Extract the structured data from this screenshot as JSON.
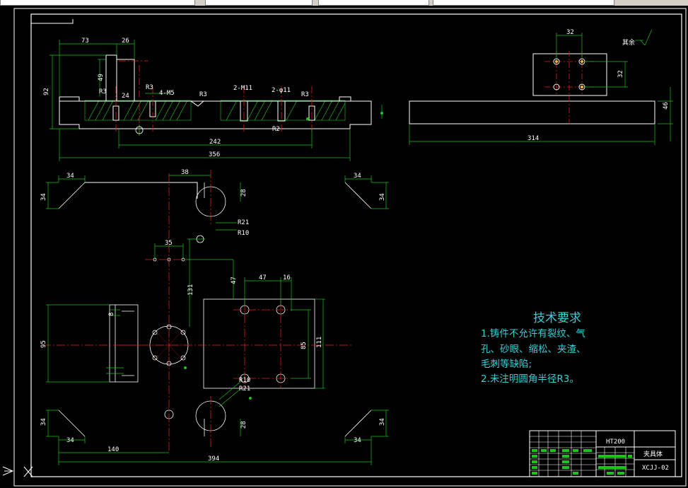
{
  "window": {
    "top_toolbar": [
      "",
      "",
      "",
      ""
    ]
  },
  "drawing": {
    "tech_requirements": {
      "title": "技术要求",
      "lines": [
        "1.铸件不允许有裂纹、气",
        "孔、砂眼、缩松、夹渣、",
        "毛刺等缺陷;",
        "2.未注明圆角半径R3。"
      ]
    },
    "surface_finish_note": "其余",
    "title_block": {
      "material": "HT200",
      "part_name": "夹具体",
      "drawing_no": "XCJJ-02"
    },
    "dims_top_view": {
      "d73": "73",
      "d26": "26",
      "d49": "49",
      "d92": "92",
      "dR3a": "R3",
      "dR3b": "R3",
      "dR3c": "R3",
      "d24": "24",
      "d4M5": "4-M5",
      "d2M11": "2-M11",
      "d2phi11": "2-φ11",
      "dR2": "R2",
      "d242": "242",
      "d356": "356",
      "d38": "38"
    },
    "dims_side_view": {
      "d32a": "32",
      "d32b": "32",
      "d46": "46",
      "d314": "314"
    },
    "dims_plan_view": {
      "d34a": "34",
      "d34b": "34",
      "d34c": "34",
      "d34d": "34",
      "d34e": "34",
      "d34f": "34",
      "d34g": "34",
      "d34h": "34",
      "d38": "38",
      "d28a": "28",
      "d28b": "28",
      "dR21a": "R21",
      "dR10a": "R10",
      "dR10b": "R10",
      "dR21b": "R21",
      "d35": "35",
      "d131": "131",
      "d47a": "47",
      "d47b": "47",
      "d16": "16",
      "d95": "95",
      "d85": "85",
      "d111": "111",
      "d140": "140",
      "d394": "394",
      "d8": "8"
    }
  }
}
